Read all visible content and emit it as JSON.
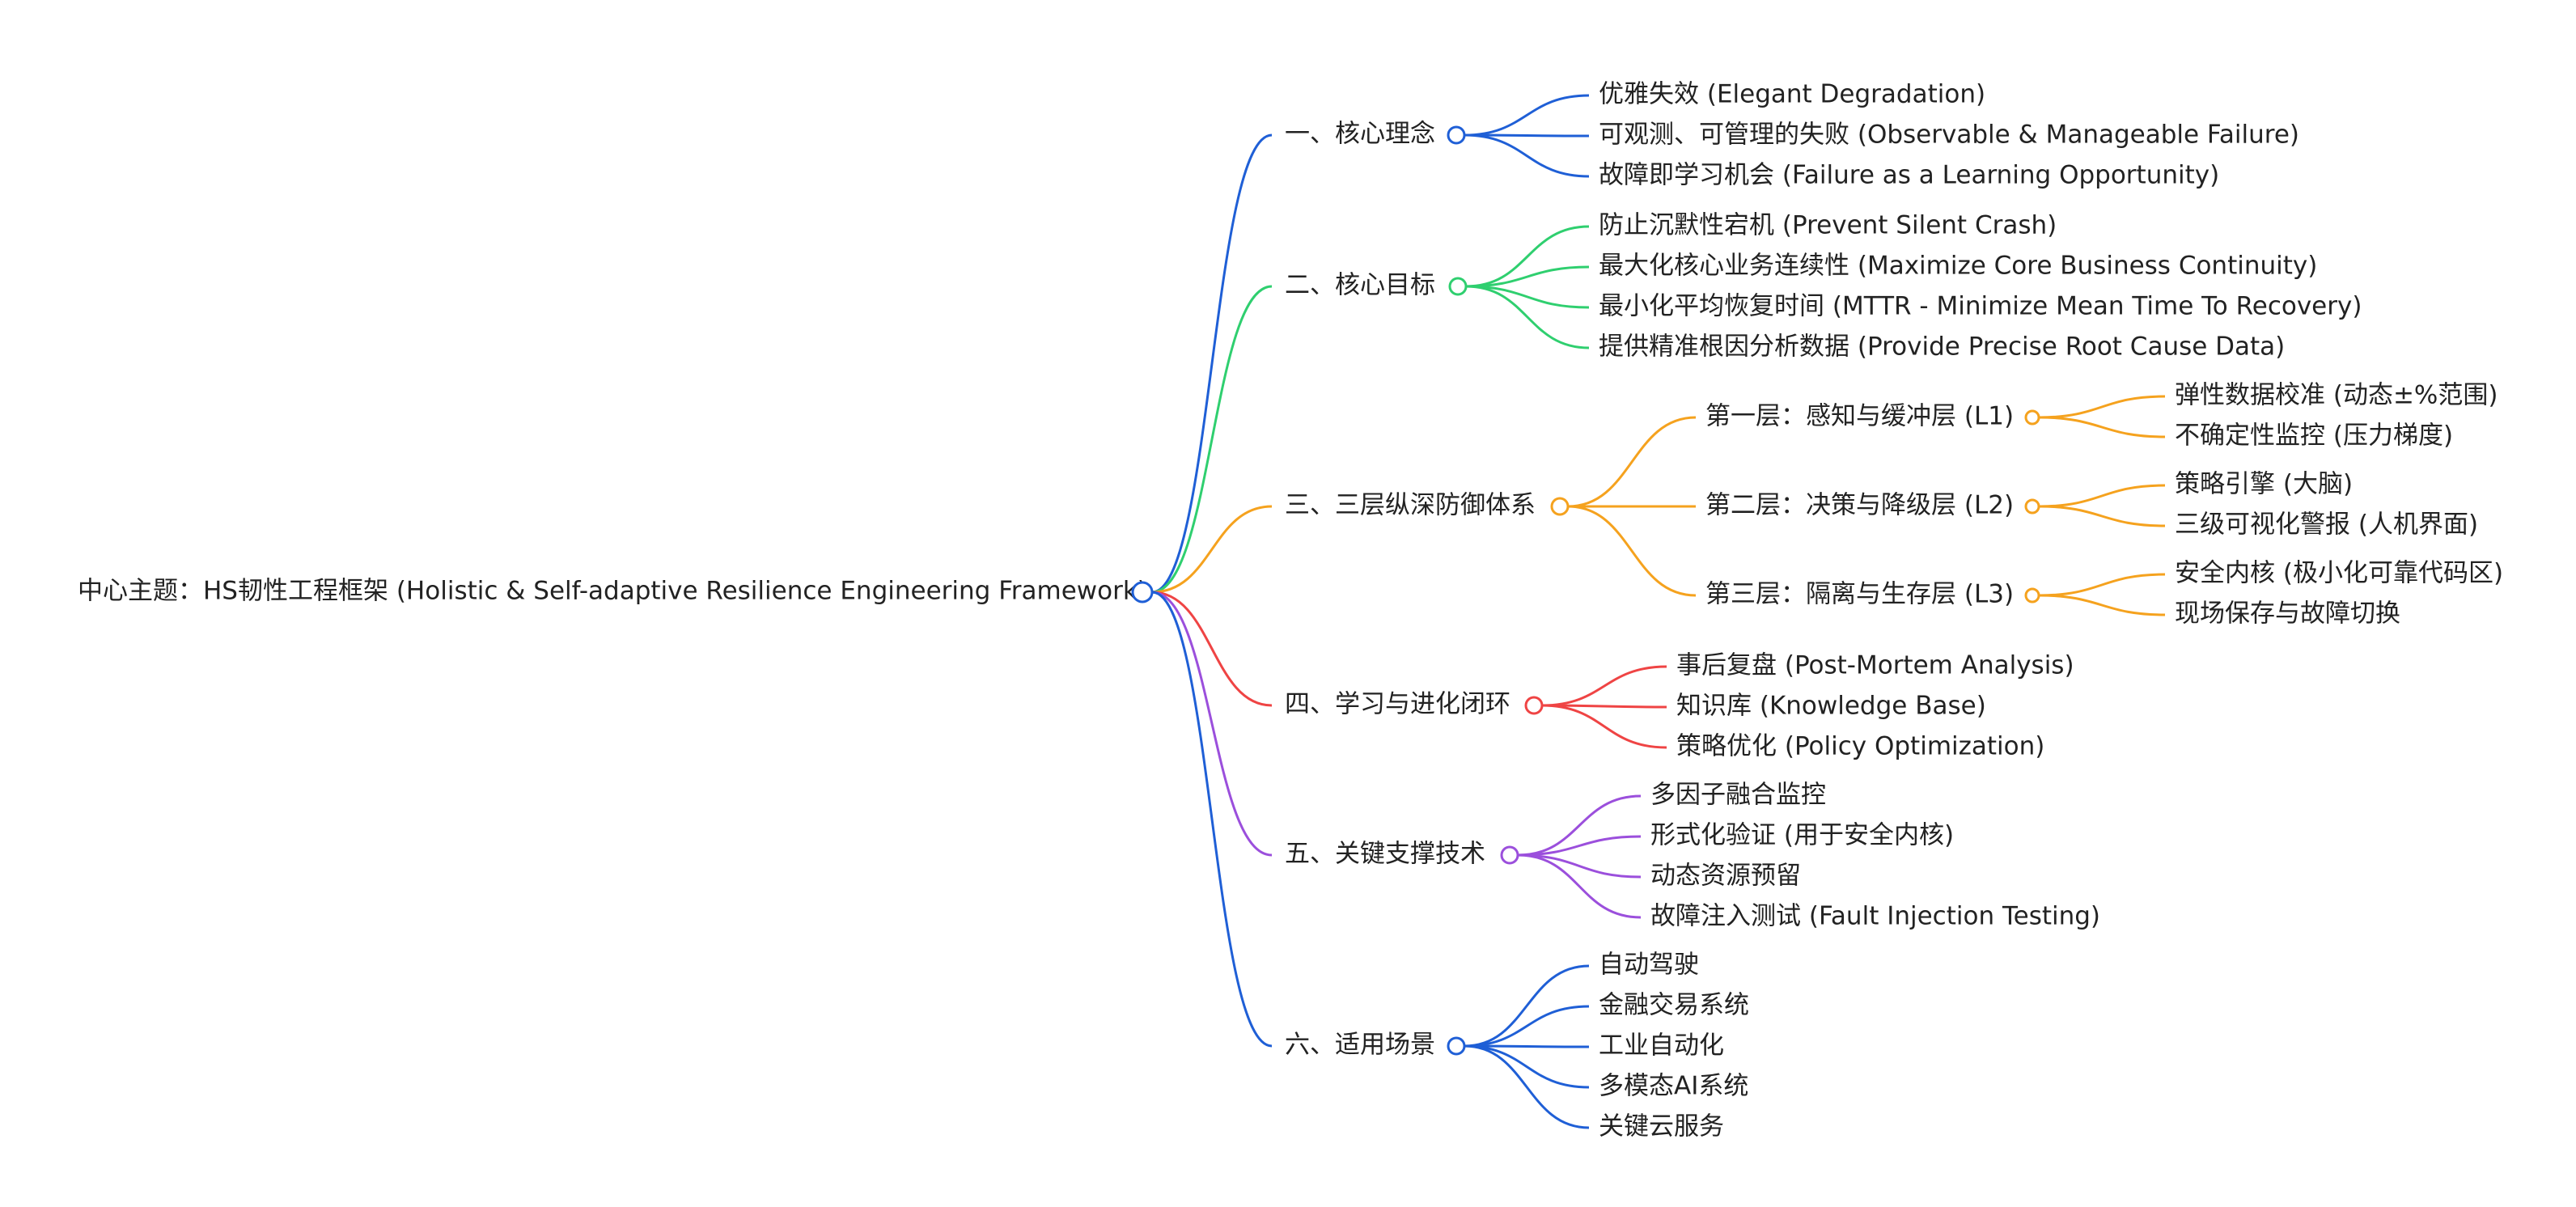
{
  "root": {
    "label": "中心主题：HS韧性工程框架 (Holistic & Self-adaptive Resilience Engineering Framework)",
    "color": "#1f5fd6"
  },
  "branches": [
    {
      "label": "一、核心理念",
      "color": "#1f5fd6",
      "children": [
        {
          "label": "优雅失效 (Elegant Degradation)"
        },
        {
          "label": "可观测、可管理的失败 (Observable & Manageable Failure)"
        },
        {
          "label": "故障即学习机会 (Failure as a Learning Opportunity)"
        }
      ]
    },
    {
      "label": "二、核心目标",
      "color": "#2fcf6f",
      "children": [
        {
          "label": "防止沉默性宕机 (Prevent Silent Crash)"
        },
        {
          "label": "最大化核心业务连续性 (Maximize Core Business Continuity)"
        },
        {
          "label": "最小化平均恢复时间 (MTTR - Minimize Mean Time To Recovery)"
        },
        {
          "label": "提供精准根因分析数据 (Provide Precise Root Cause Data)"
        }
      ]
    },
    {
      "label": "三、三层纵深防御体系",
      "color": "#f5a21e",
      "children": [
        {
          "label": "第一层：感知与缓冲层 (L1)",
          "children": [
            {
              "label": "弹性数据校准 (动态±%范围)"
            },
            {
              "label": "不确定性监控 (压力梯度)"
            }
          ]
        },
        {
          "label": "第二层：决策与降级层 (L2)",
          "children": [
            {
              "label": "策略引擎 (大脑)"
            },
            {
              "label": "三级可视化警报 (人机界面)"
            }
          ]
        },
        {
          "label": "第三层：隔离与生存层 (L3)",
          "children": [
            {
              "label": "安全内核 (极小化可靠代码区)"
            },
            {
              "label": "现场保存与故障切换"
            }
          ]
        }
      ]
    },
    {
      "label": "四、学习与进化闭环",
      "color": "#ef4444",
      "children": [
        {
          "label": "事后复盘 (Post-Mortem Analysis)"
        },
        {
          "label": "知识库 (Knowledge Base)"
        },
        {
          "label": "策略优化 (Policy Optimization)"
        }
      ]
    },
    {
      "label": "五、关键支撑技术",
      "color": "#9b4fdc",
      "children": [
        {
          "label": "多因子融合监控"
        },
        {
          "label": "形式化验证 (用于安全内核)"
        },
        {
          "label": "动态资源预留"
        },
        {
          "label": "故障注入测试 (Fault Injection Testing)"
        }
      ]
    },
    {
      "label": "六、适用场景",
      "color": "#1f5fd6",
      "children": [
        {
          "label": "自动驾驶"
        },
        {
          "label": "金融交易系统"
        },
        {
          "label": "工业自动化"
        },
        {
          "label": "多模态AI系统"
        },
        {
          "label": "关键云服务"
        }
      ]
    }
  ]
}
